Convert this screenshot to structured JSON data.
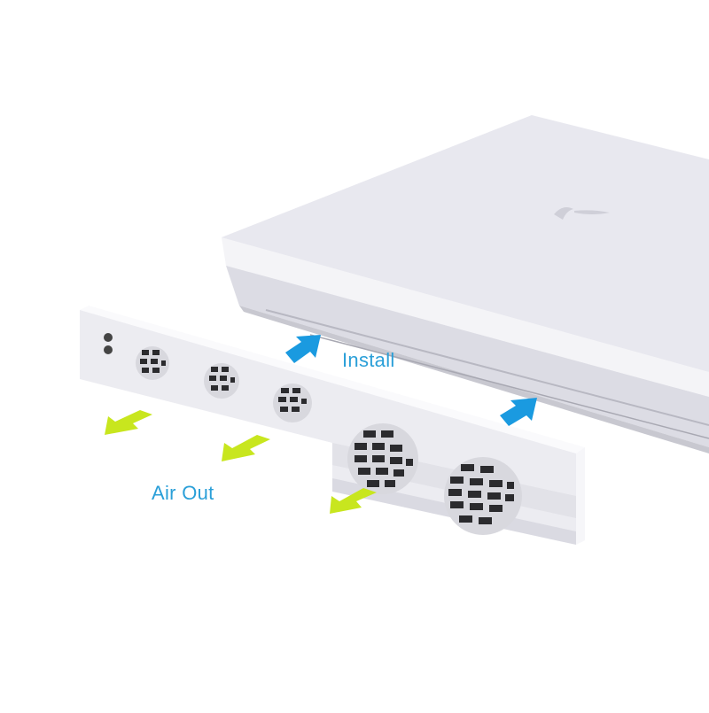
{
  "image": {
    "description": "White game console with a detachable five-fan cooling bar being installed on its rear",
    "background_color": "#ffffff"
  },
  "labels": {
    "install": "Install",
    "air_out": "Air Out"
  },
  "colors": {
    "label_text": "#2a9fd8",
    "install_arrow": "#1a9ae0",
    "air_out_arrow": "#c8e61e",
    "console_body": "#eeeef3",
    "console_top": "#e6e6ee",
    "fan_bar": "#f2f2f5",
    "fan_grill": "#2b2b2e"
  },
  "fans": {
    "count": 5
  }
}
